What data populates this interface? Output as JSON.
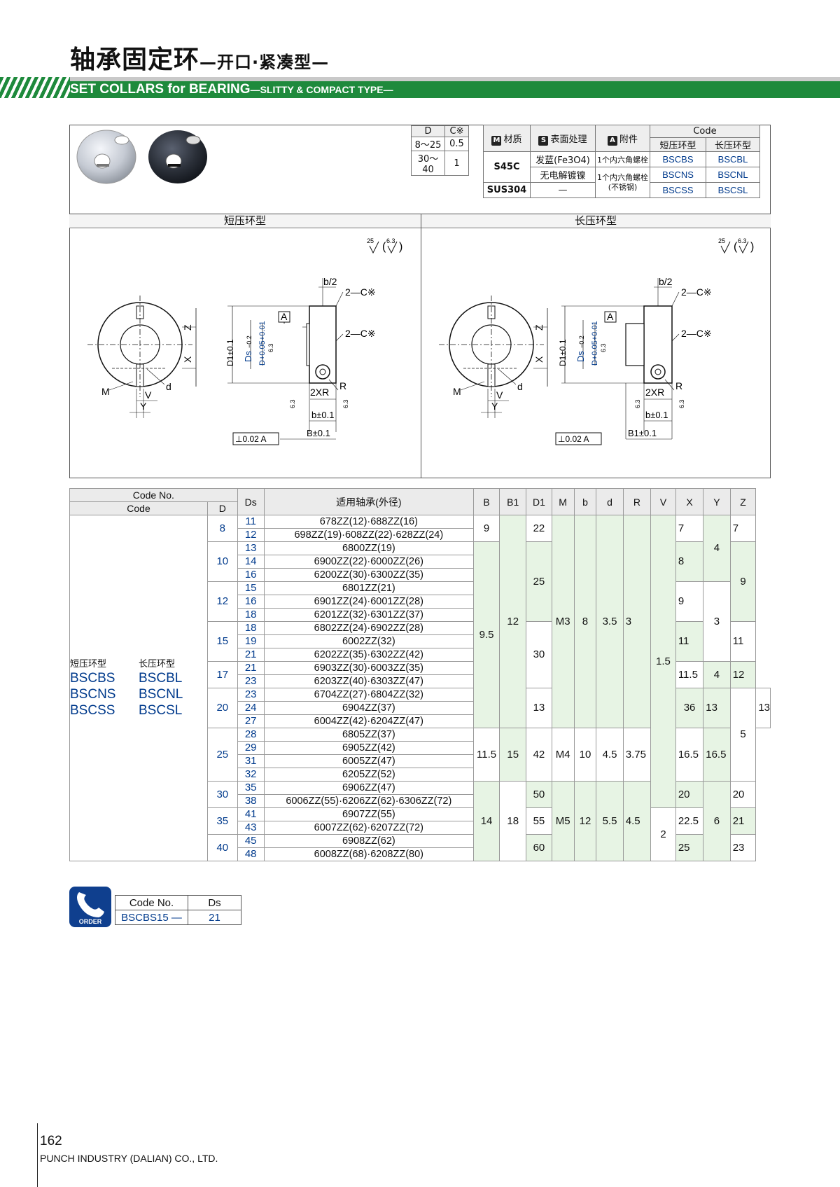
{
  "header": {
    "title_cn": "轴承固定环",
    "title_cn_sub": "—开口·紧凑型—",
    "title_en": "SET COLLARS for BEARING",
    "title_en_sub": "—SLITTY & COMPACT TYPE—"
  },
  "chamfer_table": {
    "headers": [
      "D",
      "C※"
    ],
    "rows": [
      [
        "8～25",
        "0.5"
      ],
      [
        "30～40",
        "1"
      ]
    ]
  },
  "material_table": {
    "h_material": "材质",
    "h_surface": "表面处理",
    "h_accessory": "附件",
    "h_code": "Code",
    "h_short": "短压环型",
    "h_long": "长压环型",
    "icon_m": "M",
    "icon_s": "S",
    "icon_a": "A",
    "rows": [
      {
        "material": "S45C",
        "surface": "发蓝(Fe3O4)",
        "accessory": "1个内六角螺栓",
        "short": "BSCBS",
        "long": "BSCBL"
      },
      {
        "surface": "无电解镀镍",
        "accessory": "1个内六角螺栓",
        "accessory2": "(不锈钢)",
        "short": "BSCNS",
        "long": "BSCNL"
      },
      {
        "material": "SUS304",
        "surface": "—",
        "short": "BSCSS",
        "long": "BSCSL"
      }
    ]
  },
  "drawings": {
    "short_label": "短压环型",
    "long_label": "长压环型",
    "roughness_a": "25",
    "roughness_b": "6.3",
    "b_half": "b/2",
    "chamfer": "2—C※",
    "datum": "A",
    "d1": "D1±0.1",
    "ds": "Ds",
    "ds_tol": "−0.2",
    "d_tol": "D+0.05+0.01",
    "z": "Z",
    "x": "X",
    "m": "M",
    "d_small": "d",
    "v": "V",
    "y": "Y",
    "r": "R",
    "two_xr": "2XR",
    "b_tol": "b±0.1",
    "bb_tol": "B±0.1",
    "b1_tol": "B1±0.1",
    "perp": "⊥0.02 A"
  },
  "main_table": {
    "headers": {
      "code_no": "Code No.",
      "code": "Code",
      "d": "D",
      "ds": "Ds",
      "bearing": "适用轴承(外径)",
      "b_upper": "B",
      "b1": "B1",
      "d1": "D1",
      "m": "M",
      "b_lower": "b",
      "d_lower": "d",
      "r": "R",
      "v": "V",
      "x": "X",
      "y": "Y",
      "z": "Z"
    },
    "code_block": {
      "short_label": "短压环型",
      "long_label": "长压环型",
      "short_codes": [
        "BSCBS",
        "BSCNS",
        "BSCSS"
      ],
      "long_codes": [
        "BSCBL",
        "BSCNL",
        "BSCSL"
      ]
    },
    "rows": [
      {
        "ds": "11",
        "bearing": "678ZZ(12)·688ZZ(16)"
      },
      {
        "ds": "12",
        "bearing": "698ZZ(19)·608ZZ(22)·628ZZ(24)"
      },
      {
        "ds": "13",
        "bearing": "6800ZZ(19)"
      },
      {
        "ds": "14",
        "bearing": "6900ZZ(22)·6000ZZ(26)"
      },
      {
        "ds": "16",
        "bearing": "6200ZZ(30)·6300ZZ(35)"
      },
      {
        "ds": "15",
        "bearing": "6801ZZ(21)"
      },
      {
        "ds": "16",
        "bearing": "6901ZZ(24)·6001ZZ(28)"
      },
      {
        "ds": "18",
        "bearing": "6201ZZ(32)·6301ZZ(37)"
      },
      {
        "ds": "18",
        "bearing": "6802ZZ(24)·6902ZZ(28)"
      },
      {
        "ds": "19",
        "bearing": "6002ZZ(32)"
      },
      {
        "ds": "21",
        "bearing": "6202ZZ(35)·6302ZZ(42)"
      },
      {
        "ds": "21",
        "bearing": "6903ZZ(30)·6003ZZ(35)"
      },
      {
        "ds": "23",
        "bearing": "6203ZZ(40)·6303ZZ(47)"
      },
      {
        "ds": "23",
        "bearing": "6704ZZ(27)·6804ZZ(32)"
      },
      {
        "ds": "24",
        "bearing": "6904ZZ(37)"
      },
      {
        "ds": "27",
        "bearing": "6004ZZ(42)·6204ZZ(47)"
      },
      {
        "ds": "28",
        "bearing": "6805ZZ(37)"
      },
      {
        "ds": "29",
        "bearing": "6905ZZ(42)"
      },
      {
        "ds": "31",
        "bearing": "6005ZZ(47)"
      },
      {
        "ds": "32",
        "bearing": "6205ZZ(52)"
      },
      {
        "ds": "35",
        "bearing": "6906ZZ(47)"
      },
      {
        "ds": "38",
        "bearing": "6006ZZ(55)·6206ZZ(62)·6306ZZ(72)"
      },
      {
        "ds": "41",
        "bearing": "6907ZZ(55)"
      },
      {
        "ds": "43",
        "bearing": "6007ZZ(62)·6207ZZ(72)"
      },
      {
        "ds": "45",
        "bearing": "6908ZZ(62)"
      },
      {
        "ds": "48",
        "bearing": "6008ZZ(68)·6208ZZ(80)"
      }
    ],
    "d_values": [
      "8",
      "10",
      "12",
      "15",
      "17",
      "20",
      "25",
      "30",
      "35",
      "40"
    ],
    "b_values": [
      "9",
      "9.5",
      "11.5",
      "14"
    ],
    "b1_values": [
      "12",
      "13",
      "15",
      "18"
    ],
    "d1_values": [
      "22",
      "25",
      "30",
      "36",
      "42",
      "50",
      "55",
      "60"
    ],
    "m_values": [
      "M3",
      "M4",
      "M5"
    ],
    "b_small_values": [
      "8",
      "10",
      "12"
    ],
    "d_small_values": [
      "3.5",
      "4.5",
      "5.5"
    ],
    "r_values": [
      "3",
      "3.75",
      "4.5"
    ],
    "v_values": [
      "1.5",
      "2"
    ],
    "x_values": [
      "7",
      "8",
      "9",
      "11",
      "11.5",
      "13",
      "16.5",
      "20",
      "22.5",
      "25"
    ],
    "y_values": [
      "4",
      "3",
      "4",
      "5",
      "6"
    ],
    "z_values": [
      "7",
      "9",
      "11",
      "12",
      "13",
      "16.5",
      "20",
      "21",
      "23"
    ]
  },
  "order": {
    "icon_label": "ORDER",
    "h_code_no": "Code No.",
    "h_ds": "Ds",
    "example_code": "BSCBS15 —",
    "example_ds": "21"
  },
  "footer": {
    "page": "162",
    "company": "PUNCH INDUSTRY (DALIAN) CO., LTD."
  },
  "colors": {
    "brand_green": "#1e8a3c",
    "code_blue": "#003a8c",
    "cell_green": "#e7f4e4"
  }
}
